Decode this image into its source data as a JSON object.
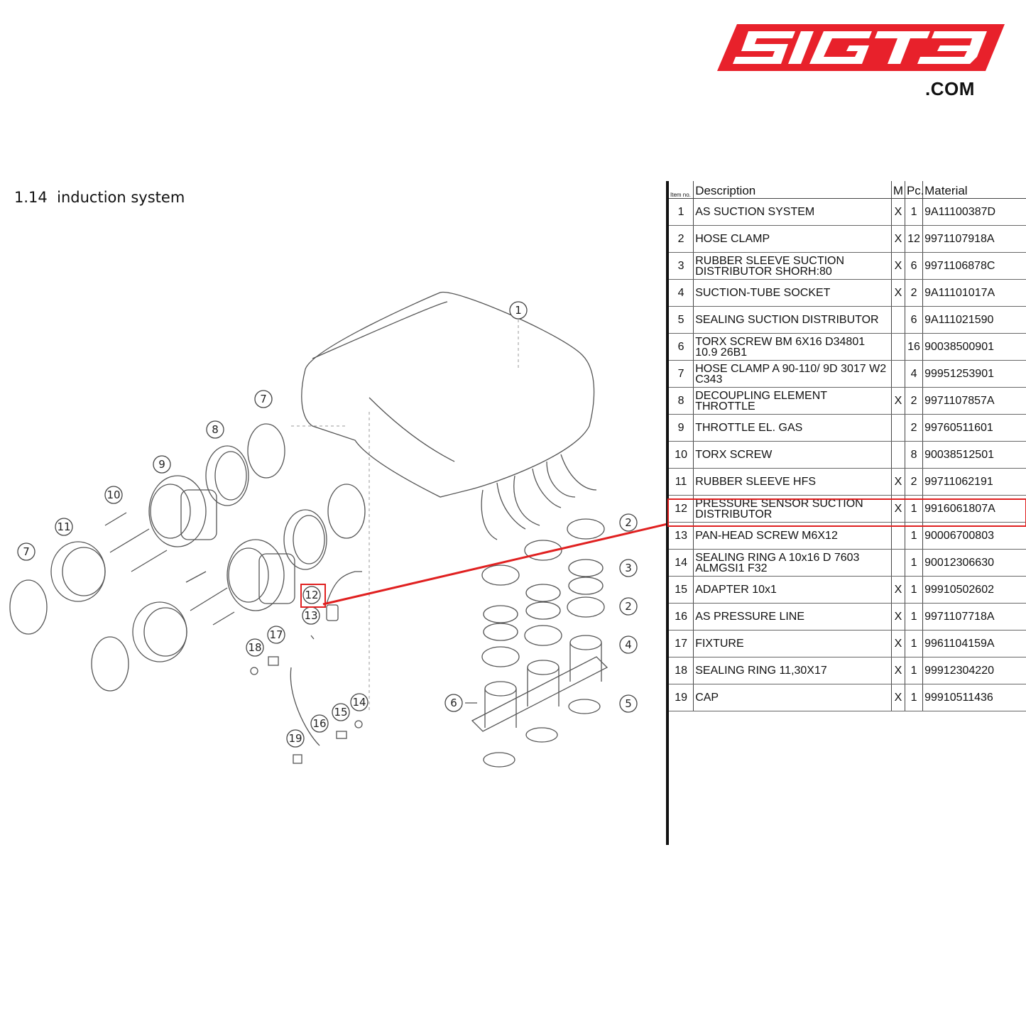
{
  "logo": {
    "text": "SIGT3",
    "domain": ".COM",
    "color": "#e8212b"
  },
  "section": {
    "number": "1.14",
    "title": "induction system"
  },
  "highlight_color": "#e02020",
  "table": {
    "headers": {
      "item": "Item no.",
      "description": "Description",
      "m": "M",
      "pc": "Pc.",
      "material": "Material"
    },
    "rows": [
      {
        "item": "1",
        "desc": "AS SUCTION SYSTEM",
        "m": "X",
        "pc": "1",
        "mat": "9A11100387D"
      },
      {
        "item": "2",
        "desc": "HOSE CLAMP",
        "m": "X",
        "pc": "12",
        "mat": "9971107918A"
      },
      {
        "item": "3",
        "desc": "RUBBER SLEEVE SUCTION DISTRIBUTOR SHORH:80",
        "m": "X",
        "pc": "6",
        "mat": "9971106878C"
      },
      {
        "item": "4",
        "desc": "SUCTION-TUBE SOCKET",
        "m": "X",
        "pc": "2",
        "mat": "9A11101017A"
      },
      {
        "item": "5",
        "desc": "SEALING SUCTION DISTRIBUTOR",
        "m": "",
        "pc": "6",
        "mat": "9A111021590"
      },
      {
        "item": "6",
        "desc": "TORX SCREW BM 6X16 D34801 10.9 26B1",
        "m": "",
        "pc": "16",
        "mat": "90038500901"
      },
      {
        "item": "7",
        "desc": "HOSE CLAMP A 90-110/ 9D 3017 W2 C343",
        "m": "",
        "pc": "4",
        "mat": "99951253901"
      },
      {
        "item": "8",
        "desc": "DECOUPLING ELEMENT THROTTLE",
        "m": "X",
        "pc": "2",
        "mat": "9971107857A"
      },
      {
        "item": "9",
        "desc": "THROTTLE EL. GAS",
        "m": "",
        "pc": "2",
        "mat": "99760511601"
      },
      {
        "item": "10",
        "desc": "TORX SCREW",
        "m": "",
        "pc": "8",
        "mat": "90038512501"
      },
      {
        "item": "11",
        "desc": "RUBBER SLEEVE HFS",
        "m": "X",
        "pc": "2",
        "mat": "99711062191"
      },
      {
        "item": "12",
        "desc": "PRESSURE SENSOR SUCTION DISTRIBUTOR",
        "m": "X",
        "pc": "1",
        "mat": "9916061807A"
      },
      {
        "item": "13",
        "desc": "PAN-HEAD SCREW M6X12",
        "m": "",
        "pc": "1",
        "mat": "90006700803"
      },
      {
        "item": "14",
        "desc": "SEALING RING A 10x16 D 7603 ALMGSI1 F32",
        "m": "",
        "pc": "1",
        "mat": "90012306630"
      },
      {
        "item": "15",
        "desc": "ADAPTER 10x1",
        "m": "X",
        "pc": "1",
        "mat": "99910502602"
      },
      {
        "item": "16",
        "desc": "AS PRESSURE LINE",
        "m": "X",
        "pc": "1",
        "mat": "9971107718A"
      },
      {
        "item": "17",
        "desc": "FIXTURE",
        "m": "X",
        "pc": "1",
        "mat": "9961104159A"
      },
      {
        "item": "18",
        "desc": "SEALING RING 11,30X17",
        "m": "X",
        "pc": "1",
        "mat": "99912304220"
      },
      {
        "item": "19",
        "desc": "CAP",
        "m": "X",
        "pc": "1",
        "mat": "99910511436"
      }
    ],
    "highlighted_item": "12"
  },
  "diagram_labels": [
    "1",
    "2",
    "3",
    "2",
    "4",
    "5",
    "6",
    "7",
    "8",
    "9",
    "10",
    "11",
    "7",
    "12",
    "13",
    "17",
    "18",
    "14",
    "15",
    "16",
    "19"
  ]
}
